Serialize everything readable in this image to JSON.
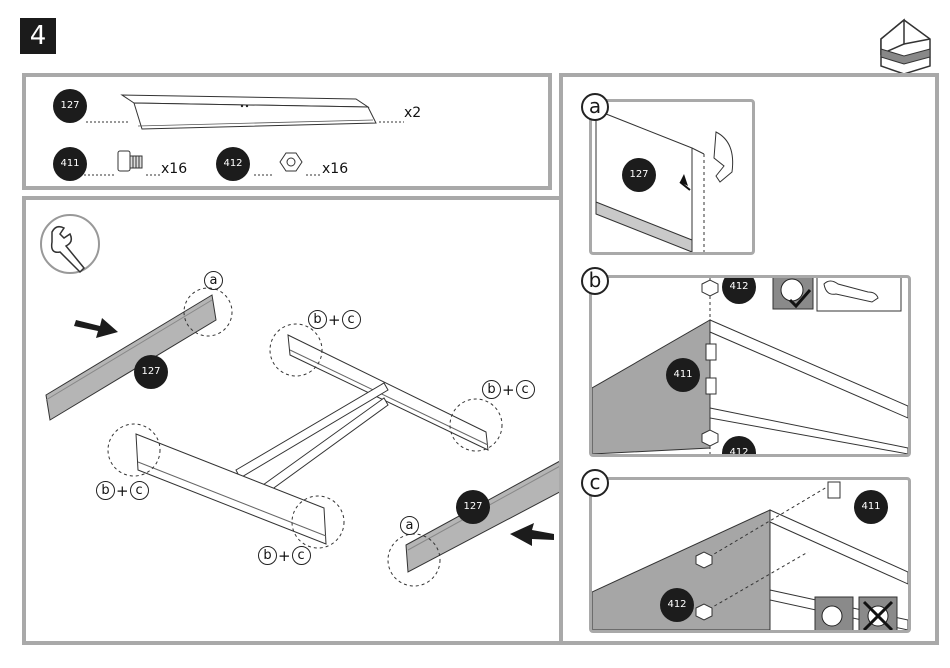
{
  "step": {
    "number": "4"
  },
  "parts": [
    {
      "id": "127",
      "qty": "x2"
    },
    {
      "id": "411",
      "qty": "x16"
    },
    {
      "id": "412",
      "qty": "x16"
    }
  ],
  "assembly": {
    "rail_left_id": "127",
    "rail_right_id": "127",
    "callouts": {
      "a1": "a",
      "b1": "b",
      "c1": "c",
      "b2": "b",
      "c2": "c",
      "b3": "b",
      "c3": "c",
      "b4": "b",
      "c4": "c",
      "a2": "a",
      "plus": "+"
    }
  },
  "detail_a": {
    "letter": "a",
    "part_id": "127"
  },
  "detail_b": {
    "letter": "b",
    "nut_top_id": "412",
    "bolt_id": "411",
    "nut_bottom_id": "412"
  },
  "detail_c": {
    "letter": "c",
    "bolt_id": "411",
    "nut_id": "412"
  },
  "colors": {
    "panel_border": "#a9a9a9",
    "badge": "#1c1c1c",
    "rail_fill": "#b5b5b5"
  }
}
